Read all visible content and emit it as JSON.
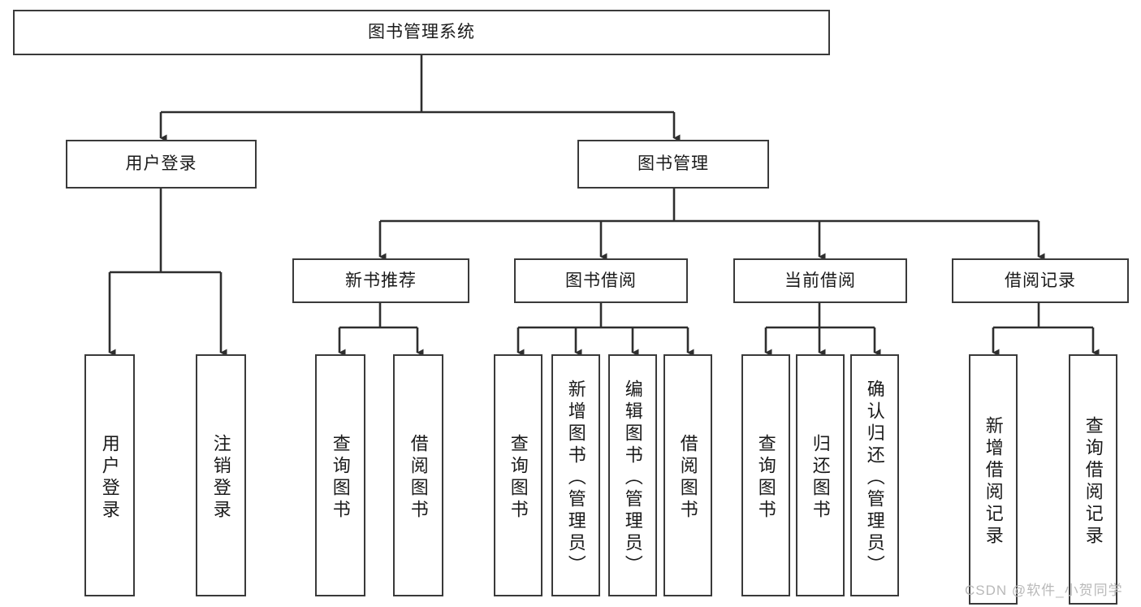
{
  "diagram": {
    "title": "图书管理系统",
    "type": "tree-hierarchy",
    "root": {
      "label": "图书管理系统"
    },
    "level2": [
      {
        "label": "用户登录"
      },
      {
        "label": "图书管理"
      }
    ],
    "level3": [
      {
        "label": "新书推荐"
      },
      {
        "label": "图书借阅"
      },
      {
        "label": "当前借阅"
      },
      {
        "label": "借阅记录"
      }
    ],
    "leaves": {
      "user_login": [
        {
          "label": "用户登录"
        },
        {
          "label": "注销登录"
        }
      ],
      "new_book_recommend": [
        {
          "label": "查询图书"
        },
        {
          "label": "借阅图书"
        }
      ],
      "book_borrow": [
        {
          "label": "查询图书"
        },
        {
          "label": "新增图书（管理员）"
        },
        {
          "label": "编辑图书（管理员）"
        },
        {
          "label": "借阅图书"
        }
      ],
      "current_borrow": [
        {
          "label": "查询图书"
        },
        {
          "label": "归还图书"
        },
        {
          "label": "确认归还（管理员）"
        }
      ],
      "borrow_record": [
        {
          "label": "新增借阅记录"
        },
        {
          "label": "查询借阅记录"
        }
      ]
    }
  },
  "watermark": {
    "text": "CSDN @软件_小贺同学"
  },
  "colors": {
    "border": "#3a3a3a",
    "background": "#ffffff",
    "text": "#1a1a1a",
    "watermark": "#b9b9b9"
  }
}
